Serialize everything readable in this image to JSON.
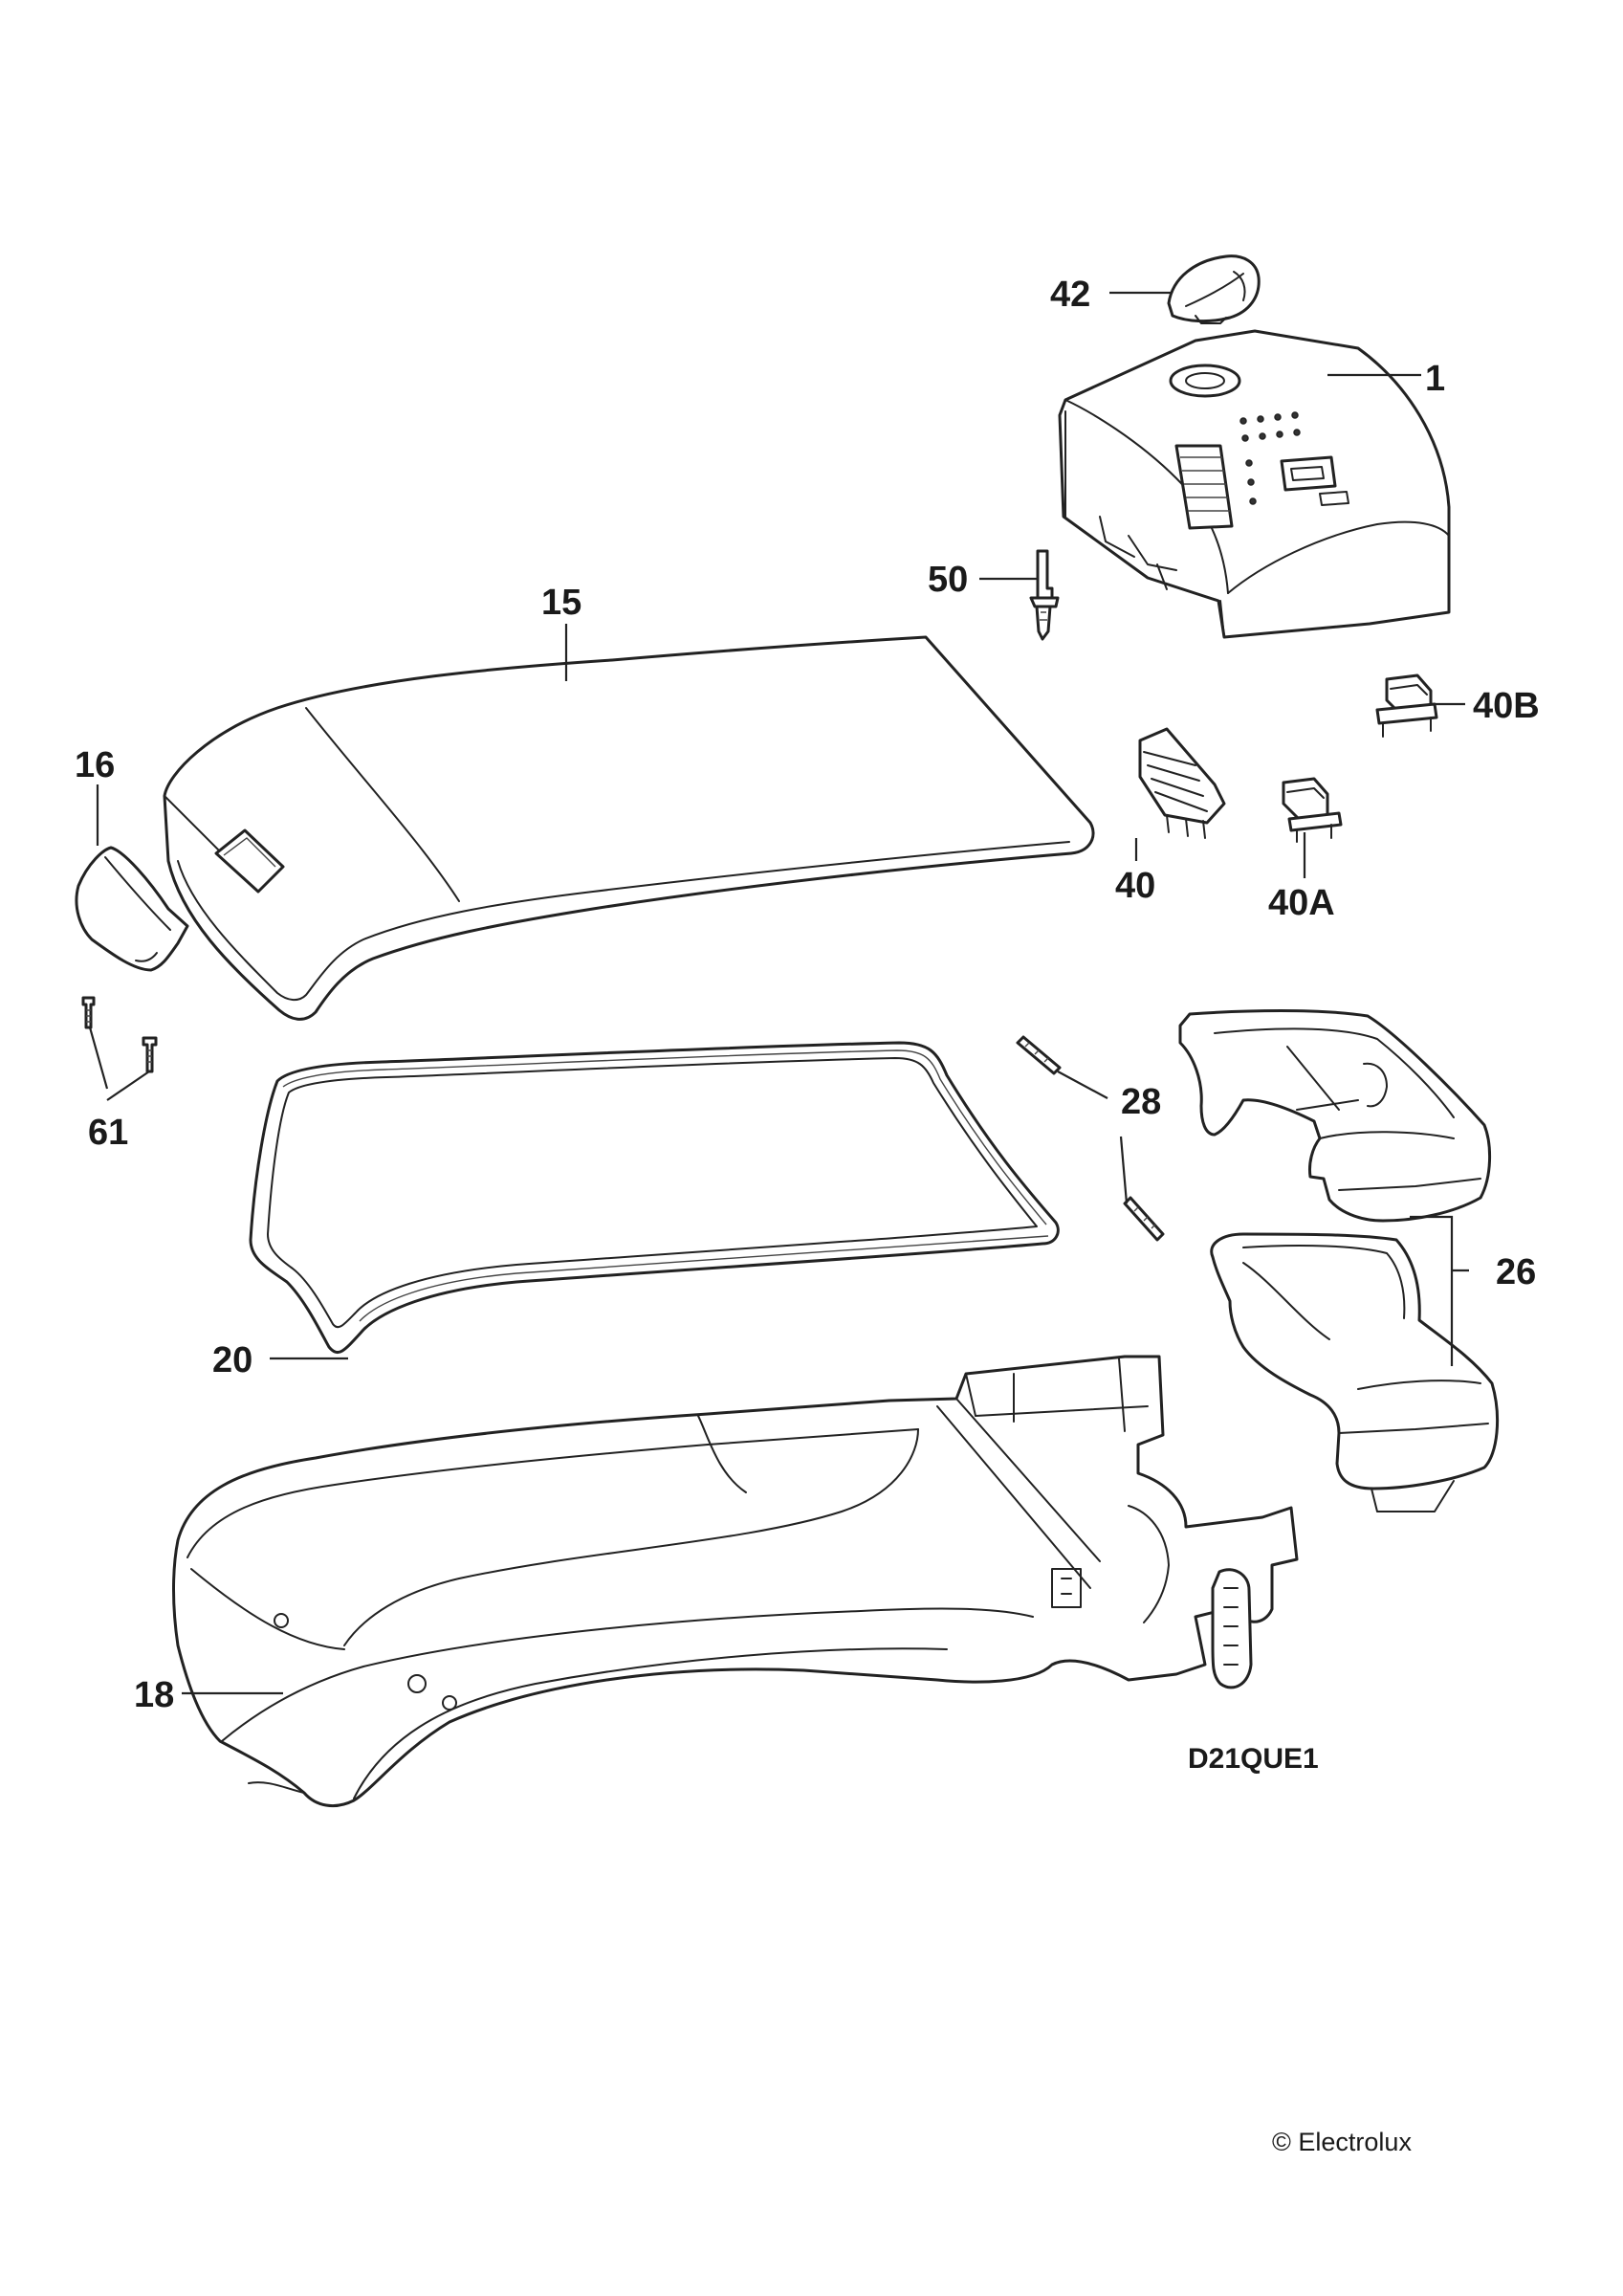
{
  "diagram": {
    "parts": [
      {
        "key": "42",
        "label": "42"
      },
      {
        "key": "1",
        "label": "1"
      },
      {
        "key": "50",
        "label": "50"
      },
      {
        "key": "15",
        "label": "15"
      },
      {
        "key": "40B",
        "label": "40B"
      },
      {
        "key": "16",
        "label": "16"
      },
      {
        "key": "40",
        "label": "40"
      },
      {
        "key": "40A",
        "label": "40A"
      },
      {
        "key": "61",
        "label": "61"
      },
      {
        "key": "28",
        "label": "28"
      },
      {
        "key": "26",
        "label": "26"
      },
      {
        "key": "20",
        "label": "20"
      },
      {
        "key": "18",
        "label": "18"
      }
    ],
    "drawing_code": "D21QUE1",
    "copyright": "© Electrolux"
  }
}
